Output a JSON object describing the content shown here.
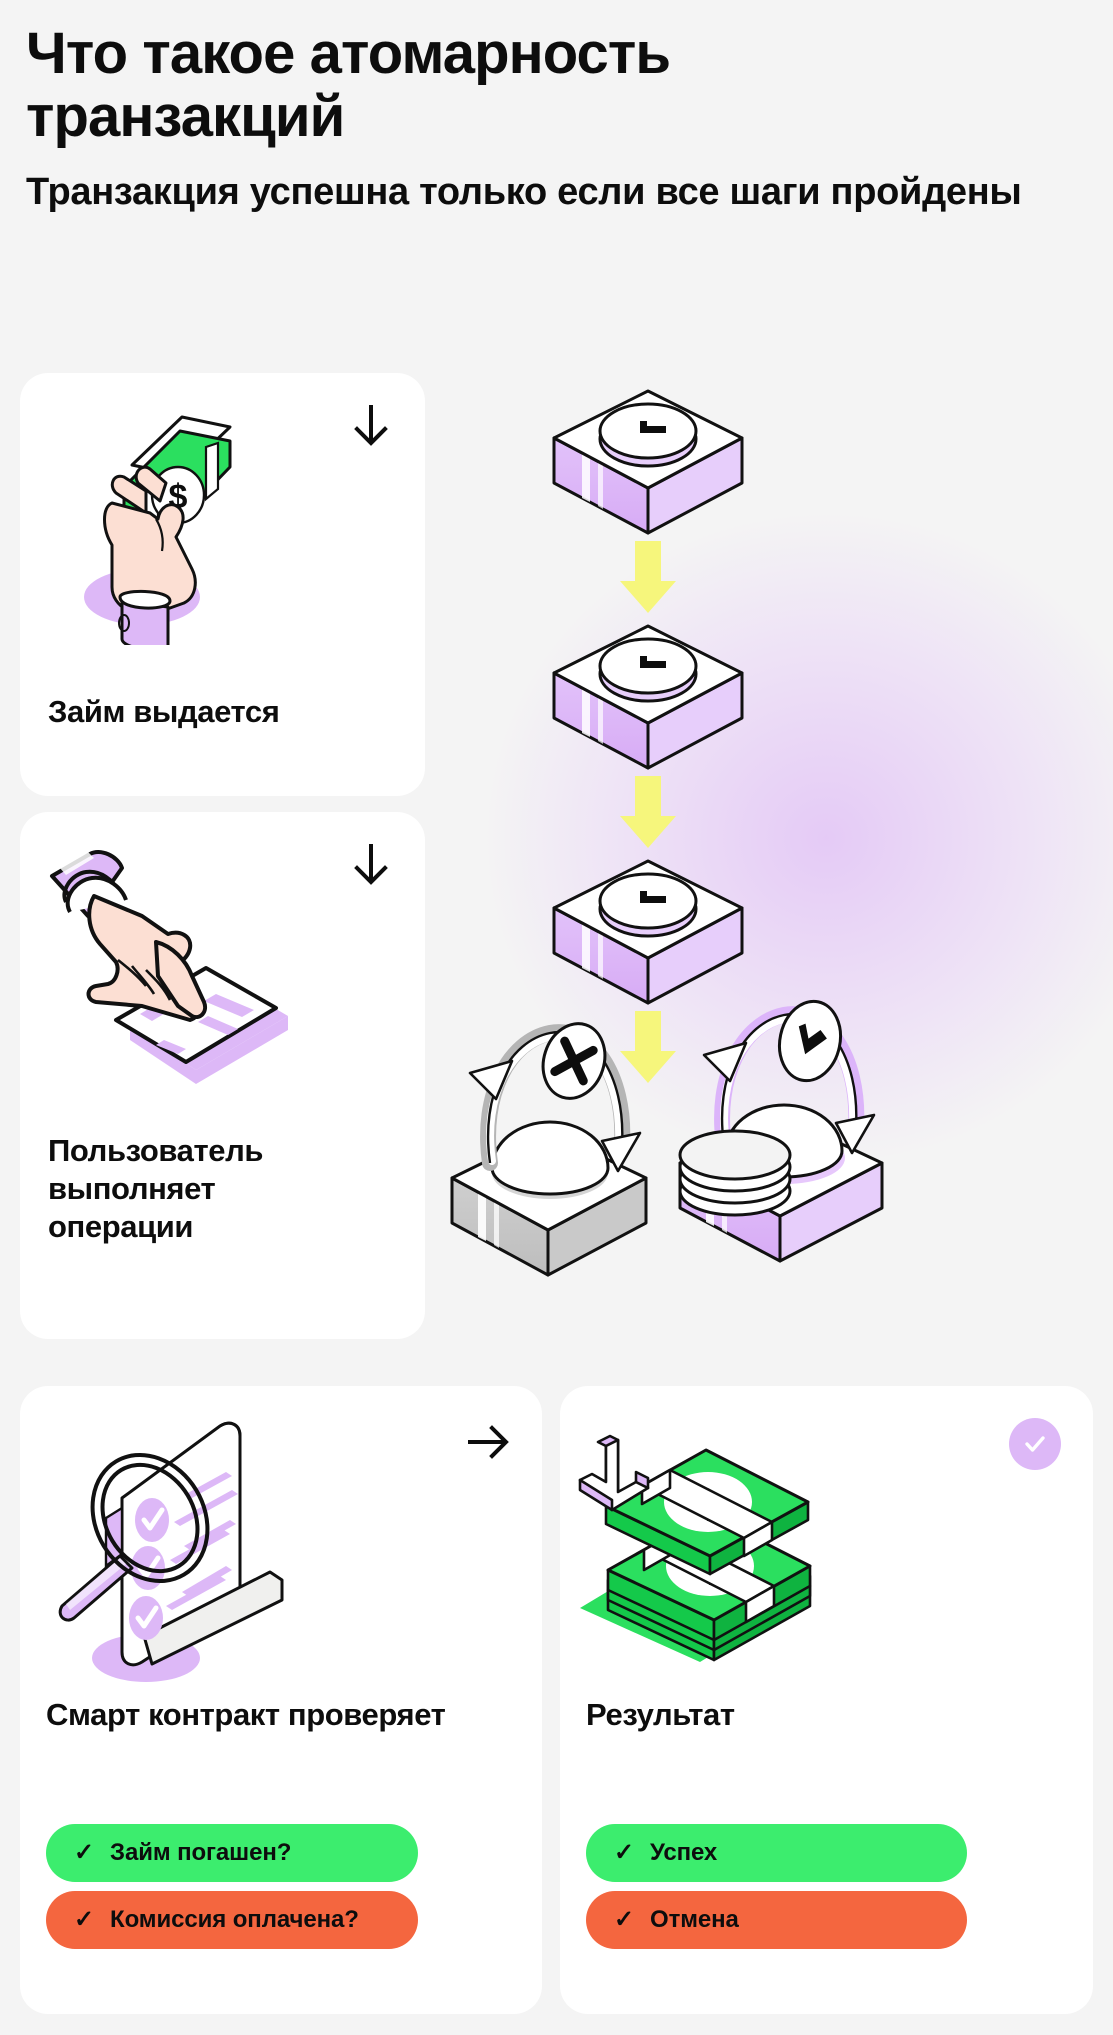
{
  "header": {
    "title": "Что такое атомарность транзакций",
    "subtitle": "Транзакция успешна только если все шаги пройдены"
  },
  "colors": {
    "background": "#f4f4f4",
    "card": "#ffffff",
    "text": "#0d0d0d",
    "green": "#3ced6e",
    "orange": "#f4663f",
    "purple_light": "#ddb8f7",
    "purple_badge": "#ddb8f7",
    "money_green": "#2bdf5f",
    "skin": "#fcdfd3",
    "yellow_arrow": "#f5f57a",
    "grey_block": "#bdbdbd"
  },
  "cards": [
    {
      "id": "loan-issued",
      "label": "Займ выдается",
      "arrow_icon": "arrow-down-icon",
      "illustration": "hand-holding-cash-icon"
    },
    {
      "id": "user-operations",
      "label": "Пользователь выполняет операции",
      "arrow_icon": "arrow-down-icon",
      "illustration": "hand-tapping-tablet-icon"
    },
    {
      "id": "smart-contract-checks",
      "label": "Смарт контракт проверяет",
      "arrow_icon": "arrow-right-icon",
      "illustration": "document-magnifier-icon",
      "pills": [
        {
          "label": "Займ погашен?",
          "color": "#3ced6e",
          "tick": "✓"
        },
        {
          "label": "Комиссия оплачена?",
          "color": "#f4663f",
          "tick": "✓"
        }
      ]
    },
    {
      "id": "result",
      "label": "Результат",
      "badge_icon": "check-circle-icon",
      "illustration": "cash-stacks-icon",
      "pills": [
        {
          "label": "Успех",
          "color": "#3ced6e",
          "tick": "✓"
        },
        {
          "label": "Отмена",
          "color": "#f4663f",
          "tick": "✓"
        }
      ]
    }
  ],
  "flow_diagram": {
    "description": "Isometric stacked blocks with clock faces connected by yellow downward arrows, ending in two platforms",
    "blocks": [
      {
        "icon": "clock-icon",
        "color": "#ddb8f7"
      },
      {
        "icon": "clock-icon",
        "color": "#ddb8f7"
      },
      {
        "icon": "clock-icon",
        "color": "#ddb8f7"
      }
    ],
    "connectors": [
      "arrow-down-yellow-icon",
      "arrow-down-yellow-icon",
      "arrow-down-yellow-icon"
    ],
    "outcomes": [
      {
        "icon": "rotate-cancel-icon",
        "symbol": "✕",
        "color": "#bdbdbd",
        "name": "rollback-platform"
      },
      {
        "icon": "rotate-clock-coins-icon",
        "symbol": "clock",
        "color": "#ddb8f7",
        "name": "commit-platform"
      }
    ]
  }
}
